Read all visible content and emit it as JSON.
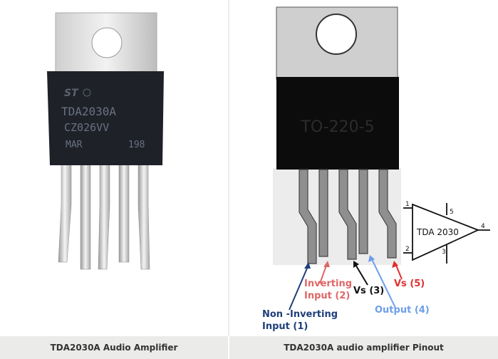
{
  "left_photo": {
    "chip_markings": [
      "ST",
      "TDA2030A",
      "CZ026VV",
      "MAR",
      "198"
    ],
    "caption": "TDA2030A Audio Amplifier"
  },
  "right_diagram": {
    "package_label": "TO-220-5",
    "symbol_label": "TDA 2030",
    "symbol_pins": [
      "1",
      "2",
      "3",
      "4",
      "5"
    ],
    "pin_labels": {
      "non_inverting_1": "Non -Inverting",
      "non_inverting_2": "Input (1)",
      "inverting_1": "Inverting",
      "inverting_2": "Input (2)",
      "vs3": "Vs (3)",
      "output": "Output (4)",
      "vs5": "Vs (5)"
    },
    "colors": {
      "non_inverting": "#1f3f7a",
      "inverting": "#e06666",
      "vs3": "#111111",
      "output": "#6d9eeb",
      "vs5": "#e03030"
    },
    "caption": "TDA2030A audio amplifier Pinout"
  }
}
